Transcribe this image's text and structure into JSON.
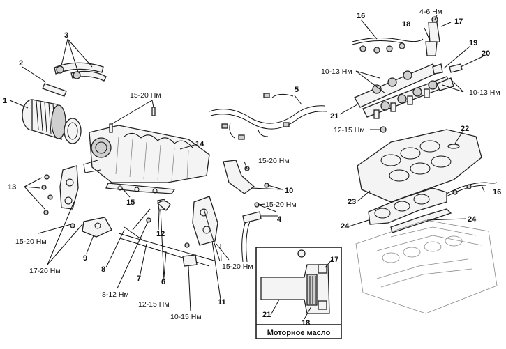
{
  "callouts": {
    "n1": "1",
    "n2": "2",
    "n3": "3",
    "n4": "4",
    "n5": "5",
    "n6": "6",
    "n7": "7",
    "n8": "8",
    "n9": "9",
    "n10": "10",
    "n11": "11",
    "n12": "12",
    "n13": "13",
    "n14": "14",
    "n15": "15",
    "n16a": "16",
    "n16b": "16",
    "n17a": "17",
    "n17b": "17",
    "n18a": "18",
    "n18b": "18",
    "n19": "19",
    "n20": "20",
    "n21a": "21",
    "n21b": "21",
    "n22": "22",
    "n23": "23",
    "n24a": "24",
    "n24b": "24"
  },
  "torques": {
    "t_4_6": "4-6 Нм",
    "t_10_13_a": "10-13 Нм",
    "t_10_13_b": "10-13 Нм",
    "t_12_15_a": "12-15 Нм",
    "t_15_20_a": "15-20 Нм",
    "t_15_20_b": "15-20 Нм",
    "t_15_20_c": "15-20 Нм",
    "t_15_20_d": "15-20 Нм",
    "t_15_20_e": "15-20 Нм",
    "t_17_20": "17-20 Нм",
    "t_8_12": "8-12 Нм",
    "t_12_15_b": "12-15 Нм",
    "t_10_15": "10-15 Нм"
  },
  "inset": {
    "caption": "Моторное масло"
  }
}
